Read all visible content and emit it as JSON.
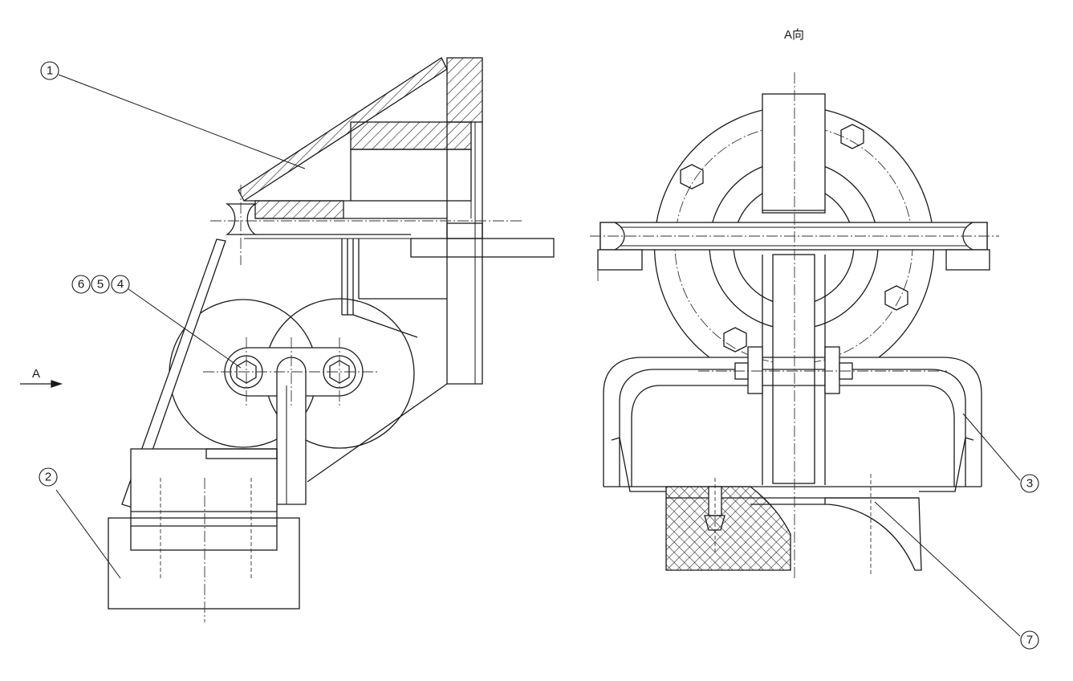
{
  "view_title": "A向",
  "direction_arrow_label": "A",
  "balloons": {
    "b1": "1",
    "b2": "2",
    "b3": "3",
    "b4": "4",
    "b5": "5",
    "b6": "6",
    "b7": "7"
  }
}
